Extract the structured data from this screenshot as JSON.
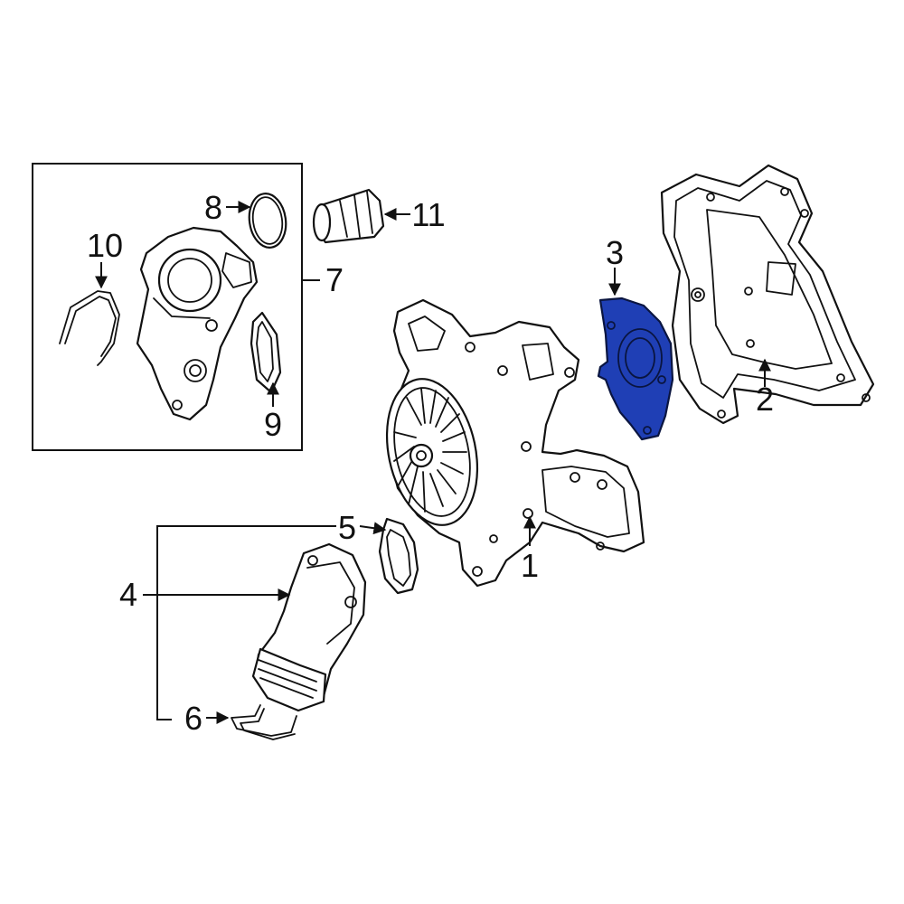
{
  "colors": {
    "highlight": "#1f3fb5",
    "line": "#111111",
    "background": "#ffffff"
  },
  "callouts": {
    "c1": "1",
    "c2": "2",
    "c3": "3",
    "c4": "4",
    "c5": "5",
    "c6": "6",
    "c7": "7",
    "c8": "8",
    "c9": "9",
    "c10": "10",
    "c11": "11"
  },
  "highlighted_part": "3"
}
